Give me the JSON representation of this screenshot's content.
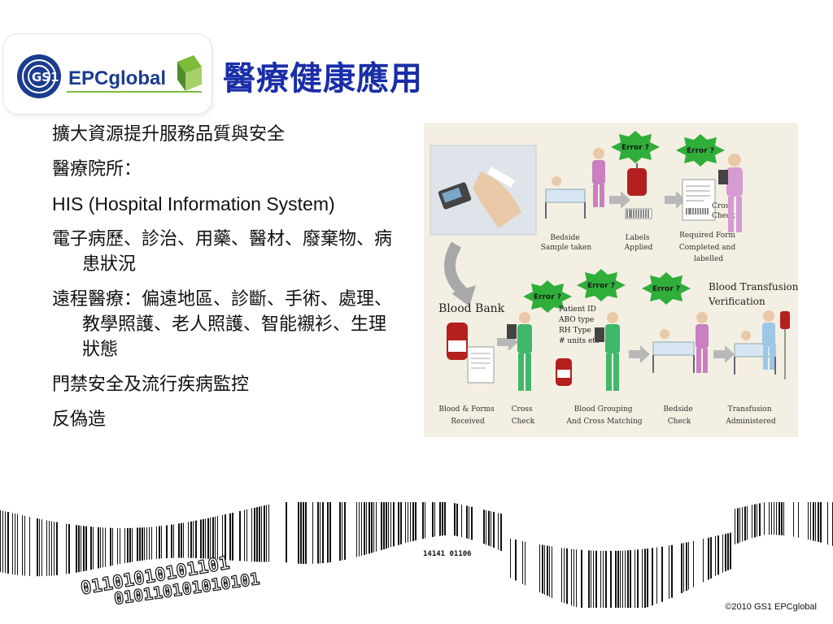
{
  "header": {
    "logo_gs1_text": "GS1",
    "logo_epc_text": "EPCglobal",
    "title": "醫療健康應用"
  },
  "bullets": [
    "擴大資源提升服務品質與安全",
    "醫療院所：",
    "HIS (Hospital Information System)",
    "電子病歷、診治、用藥、醫材、廢棄物、病患狀況",
    "遠程醫療：偏遠地區、診斷、手術、處理、教學照護、老人照護、智能襯衫、生理狀態",
    "門禁安全及流行疾病監控",
    "反偽造"
  ],
  "diagram": {
    "error_label": "Error ?",
    "blood_bank_label": "Blood Bank",
    "verification_title_1": "Blood Transfusion",
    "verification_title_2": "Verification",
    "check_list": [
      "Patient ID",
      "ABO type",
      "RH Type",
      "# units etc"
    ],
    "cross_check_form": [
      "Cross",
      "Check"
    ],
    "top_row_captions": [
      [
        "Bedside",
        "Sample taken"
      ],
      [
        "Labels",
        "Applied"
      ],
      [
        "Required Form",
        "Completed and",
        "labelled"
      ]
    ],
    "bottom_row_captions": [
      [
        "Blood & Forms",
        "Received"
      ],
      [
        "Cross",
        "Check"
      ],
      [
        "Blood Grouping",
        "And Cross Matching"
      ],
      [
        "Bedside",
        "Check"
      ],
      [
        "Transfusion",
        "Administered"
      ]
    ]
  },
  "footer": {
    "barcode_digits": "14141 01106",
    "copyright": "©2010 GS1 EPCglobal"
  },
  "colors": {
    "title": "#1a2ea8",
    "error_badge": "#2fae3a",
    "nurse_uniform": "#c97fc0",
    "surgeon_uniform": "#3fb86a",
    "blood": "#b3201e",
    "logo_blue": "#1b3c8f",
    "logo_green": "#7dbb3a"
  }
}
